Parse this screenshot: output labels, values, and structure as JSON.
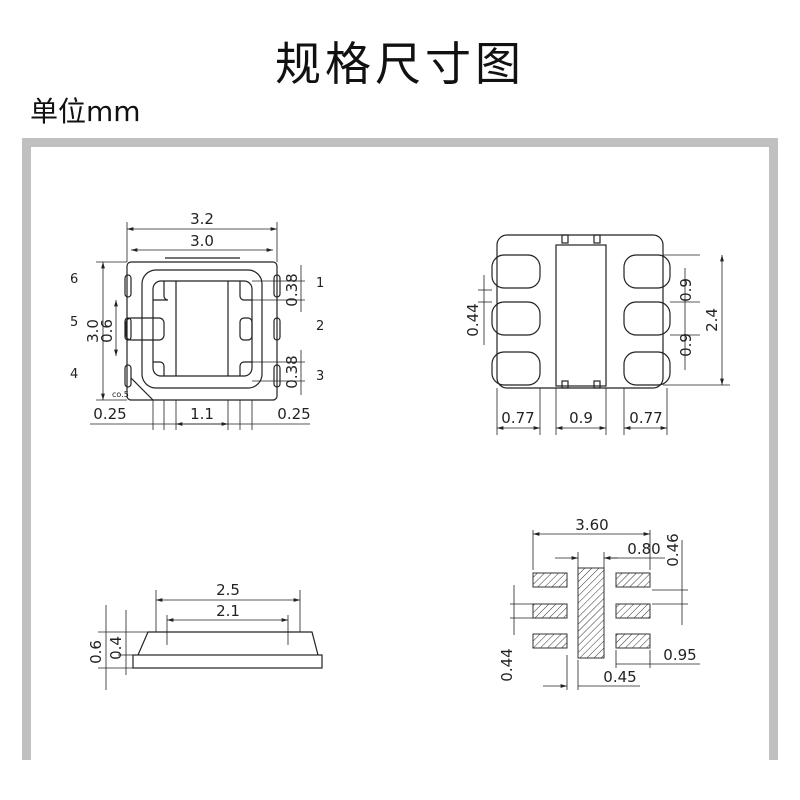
{
  "title": "规格尺寸图",
  "unit": "单位mm",
  "frame_color": "#c0c0c0",
  "top_view": {
    "dims": {
      "w_outer": "3.2",
      "w_inner": "3.0",
      "h": "3.0",
      "pad_h": "0.6",
      "pad1": "0.38",
      "pad3": "0.38",
      "left": "0.25",
      "center": "1.1",
      "right": "0.25",
      "chamfer": "co.5"
    },
    "pins": [
      "1",
      "2",
      "3",
      "4",
      "5",
      "6"
    ]
  },
  "bottom_view": {
    "dims": {
      "pad_pitch": "0.44",
      "p1": "0.9",
      "p2": "0.9",
      "h": "2.4",
      "left": "0.77",
      "center": "0.9",
      "right": "0.77"
    }
  },
  "side_view": {
    "dims": {
      "w_bottom": "2.5",
      "w_top": "2.1",
      "h_total": "0.6",
      "h_top": "0.4"
    }
  },
  "footprint": {
    "dims": {
      "width": "3.60",
      "center_w": "0.80",
      "gap": "0.46",
      "pad_h": "0.44",
      "pad_w": "0.95",
      "space": "0.45"
    }
  }
}
